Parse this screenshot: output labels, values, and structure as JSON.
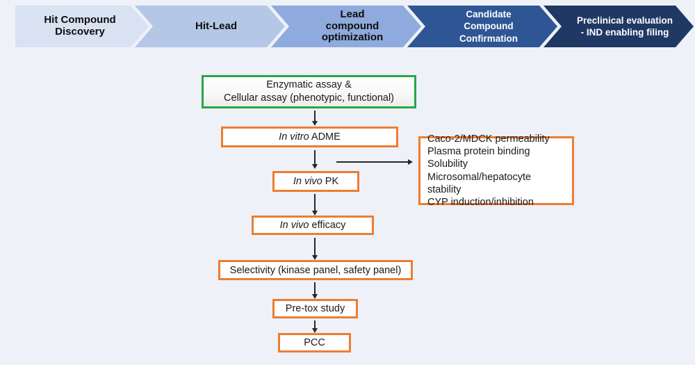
{
  "stages": [
    {
      "label": "Hit Compound\nDiscovery",
      "bg": "#d9e2f3",
      "fg": "#0d0d0d"
    },
    {
      "label": "Hit-Lead",
      "bg": "#b4c7e7",
      "fg": "#0d0d0d"
    },
    {
      "label": "Lead\ncompound\noptimization",
      "bg": "#8faadc",
      "fg": "#0d0d0d"
    },
    {
      "label": "Candidate\nCompound\nConfirmation",
      "bg": "#2e5695",
      "fg": "#ffffff"
    },
    {
      "label": "Preclinical evaluation\n- IND enabling filing",
      "bg": "#1f3864",
      "fg": "#ffffff"
    }
  ],
  "flowchart": {
    "screening_box": {
      "line1": "Enzymatic assay &",
      "line2": "Cellular assay (phenotypic, functional)",
      "border_color": "#27a648"
    },
    "step_border_color": "#ed7d31",
    "steps": [
      {
        "italic": "In vitro",
        "rest": " ADME"
      },
      {
        "italic": "In vivo",
        "rest": " PK"
      },
      {
        "italic": "In vivo",
        "rest": " efficacy"
      },
      {
        "italic": "",
        "rest": "Selectivity (kinase panel, safety panel)"
      },
      {
        "italic": "",
        "rest": "Pre-tox study"
      },
      {
        "italic": "",
        "rest": "PCC"
      }
    ]
  },
  "adme_panel": {
    "border_color": "#ed7d31",
    "items": [
      "Caco-2/MDCK permeability",
      "Plasma protein binding",
      "Solubility",
      "Microsomal/hepatocyte stability",
      "CYP induction/inhibition"
    ]
  },
  "colors": {
    "background": "#eef1f7",
    "arrow": "#262626"
  }
}
